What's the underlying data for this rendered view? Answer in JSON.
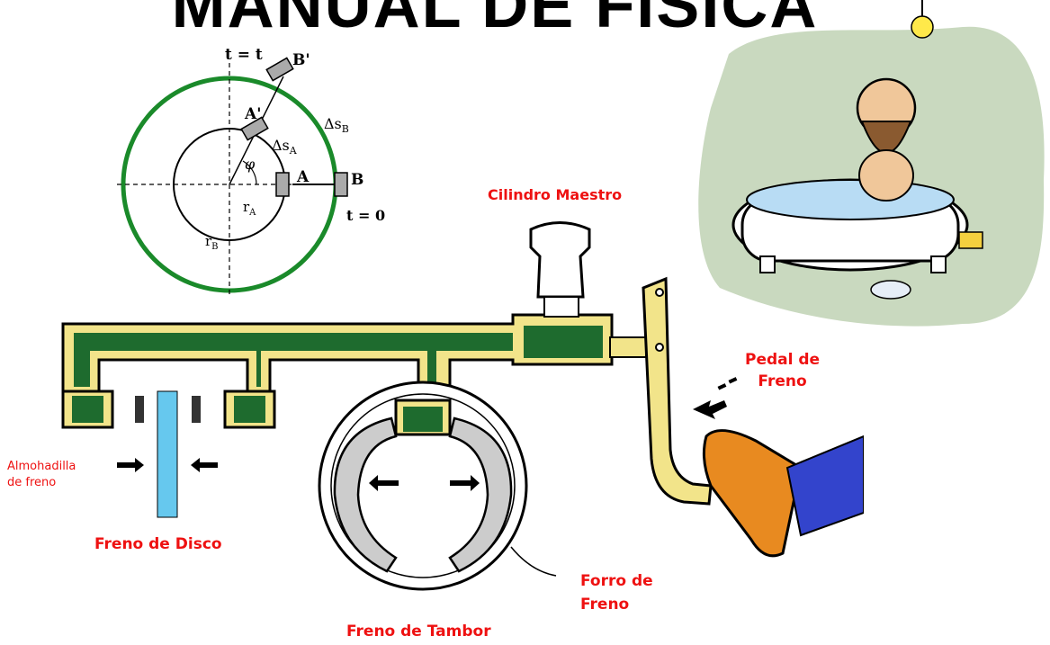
{
  "title": "MANUAL DE FISICA",
  "kinematics": {
    "t_top": "t = t",
    "t_zero": "t = 0",
    "b_prime": "B'",
    "a_prime": "A'",
    "point_a": "A",
    "point_b": "B",
    "ds_b": "Δs",
    "ds_b_sub": "B",
    "ds_a": "Δs",
    "ds_a_sub": "A",
    "phi": "φ",
    "r_a": "r",
    "r_a_sub": "A",
    "r_b": "r",
    "r_b_sub": "B"
  },
  "labels": {
    "master_cylinder": "Cilindro Maestro",
    "brake_pedal_line1": "Pedal de",
    "brake_pedal_line2": "Freno",
    "brake_pad_line1": "Almohadilla",
    "brake_pad_line2": "de freno",
    "disc_brake": "Freno de Disco",
    "drum_brake": "Freno de Tambor",
    "lining_line1": "Forro de",
    "lining_line2": "Freno"
  },
  "colors": {
    "fluid": "#1e6b2e",
    "pipe": "#f2e48a",
    "label_red": "#ee1111",
    "disc_blue": "#66c8ee",
    "orbit_green": "#1a8a2a",
    "shoe_blue": "#3344cc",
    "shoe_orange": "#e88a20"
  }
}
